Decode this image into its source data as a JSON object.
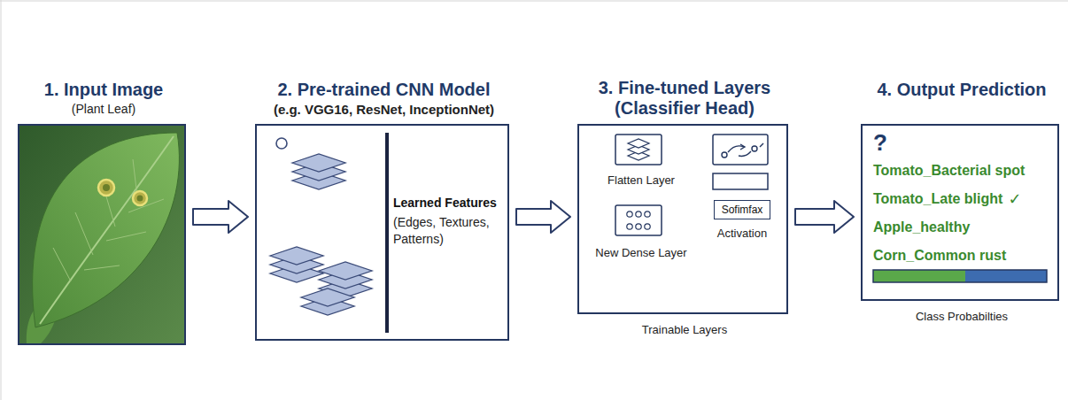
{
  "diagram": {
    "nodes": [
      {
        "text": [
          "1. Input Image",
          "(Plant Leaf)"
        ]
      },
      {
        "text": [
          "2. Pre-trained CNN Model",
          "(e.g. VGG16, ResNet, InceptionNet)",
          "Learned Features",
          "(Edges, Textures, Patterns)"
        ]
      },
      {
        "text": [
          "3. Fine-tuned Layers (Classifier Head)",
          "Trainable Layers"
        ]
      },
      {
        "text": [
          "4. Output Prediction",
          "?",
          "Tomato_Bacterial spot",
          "Tomato_Late blight",
          "Apple_healthy",
          "Corn_Common rust",
          "Class Probabilties"
        ]
      },
      {
        "text": [
          "Flatten Layer"
        ],
        "in": 2
      },
      {
        "text": [
          "New Dense Layer"
        ],
        "in": 2
      },
      {
        "text": [
          "Sofimfax",
          "Activation"
        ],
        "in": 2
      }
    ],
    "edges": [
      {
        "from": 0,
        "to": 1,
        "arrow": "to"
      },
      {
        "from": 1,
        "to": 2,
        "arrow": "to"
      },
      {
        "from": 2,
        "to": 3,
        "arrow": "to"
      }
    ],
    "labels": [
      "✓"
    ]
  }
}
